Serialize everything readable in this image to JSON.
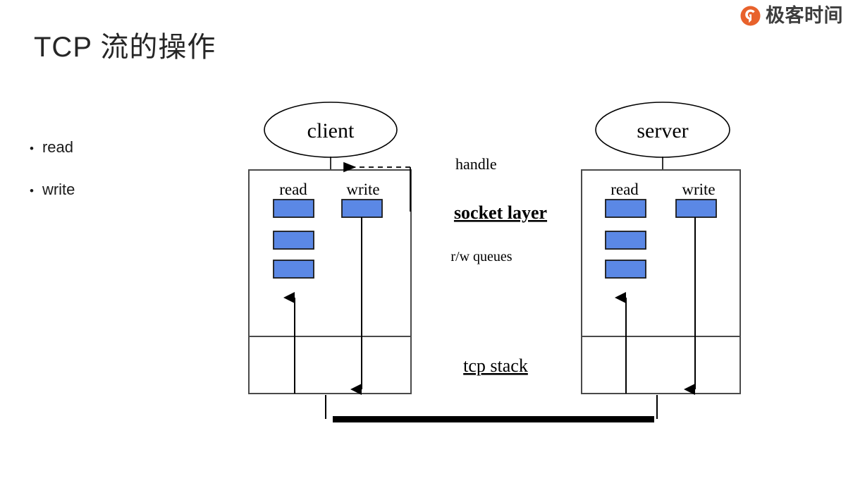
{
  "brand": {
    "name": "极客时间",
    "mark_icon": "geektime-logo-icon",
    "mark_color": "#E8622C",
    "text_color": "#3d3d3d"
  },
  "slide": {
    "title": "TCP 流的操作"
  },
  "bullets": [
    {
      "marker": "•",
      "label": "read"
    },
    {
      "marker": "•",
      "label": "write"
    }
  ],
  "diagram": {
    "nodes": {
      "client": "client",
      "server": "server"
    },
    "queue_labels": {
      "read": "read",
      "write": "write"
    },
    "annotations": {
      "handle": "handle",
      "socket_layer": "socket layer",
      "rw_queues": "r/w queues",
      "tcp_stack": "tcp stack"
    },
    "colors": {
      "queue_fill": "#5B88E5",
      "queue_stroke": "#1a1a1a",
      "box_stroke": "#4a4a4a",
      "network_bar": "#000000"
    },
    "queue_counts": {
      "client_read": 3,
      "client_write": 1,
      "server_read": 3,
      "server_write": 1
    }
  }
}
